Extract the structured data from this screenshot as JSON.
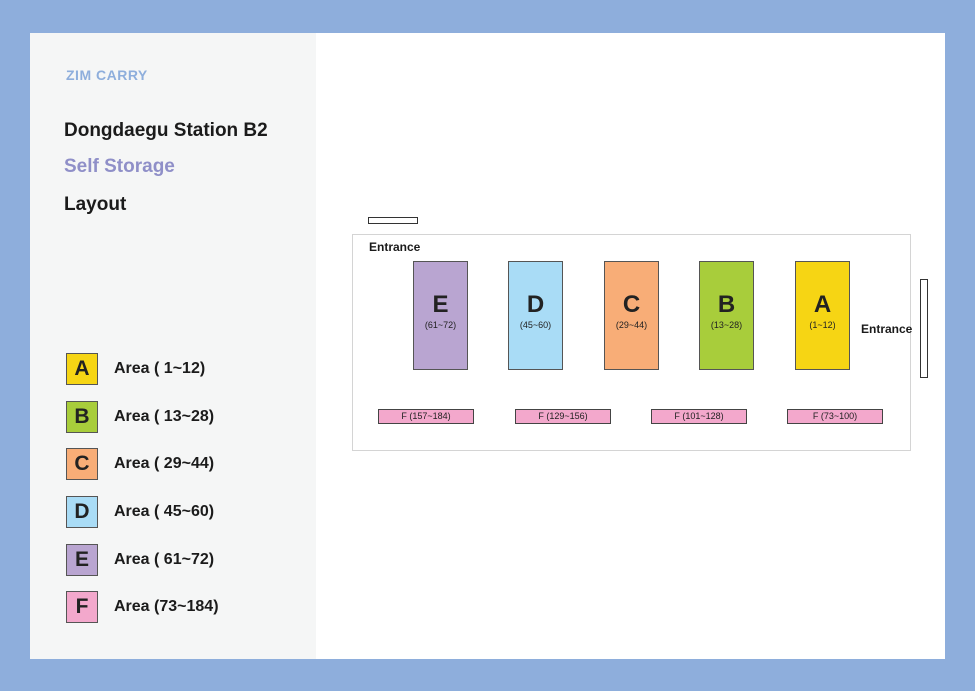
{
  "brand": "ZIM CARRY",
  "title_lines": [
    "Dongdaegu Station B2",
    "Self Storage",
    "Layout"
  ],
  "colors": {
    "A": "#f6d514",
    "B": "#a8cd3b",
    "C": "#f8ad77",
    "D": "#a9dcf6",
    "E": "#b9a5d1",
    "F": "#f3a8cc",
    "background_frame": "#8eaedc",
    "subtitle": "#8f8fc8"
  },
  "legend": [
    {
      "letter": "A",
      "label": "Area ( 1~12)"
    },
    {
      "letter": "B",
      "label": "Area ( 13~28)"
    },
    {
      "letter": "C",
      "label": "Area ( 29~44)"
    },
    {
      "letter": "D",
      "label": "Area ( 45~60)"
    },
    {
      "letter": "E",
      "label": "Area ( 61~72)"
    },
    {
      "letter": "F",
      "label": "Area (73~184)"
    }
  ],
  "map": {
    "entrance_top": "Entrance",
    "entrance_right": "Entrance",
    "zones": [
      {
        "letter": "E",
        "range": "(61~72)"
      },
      {
        "letter": "D",
        "range": "(45~60)"
      },
      {
        "letter": "C",
        "range": "(29~44)"
      },
      {
        "letter": "B",
        "range": "(13~28)"
      },
      {
        "letter": "A",
        "range": "(1~12)"
      }
    ],
    "f_bars": [
      "F (157~184)",
      "F (129~156)",
      "F (101~128)",
      "F (73~100)"
    ]
  }
}
